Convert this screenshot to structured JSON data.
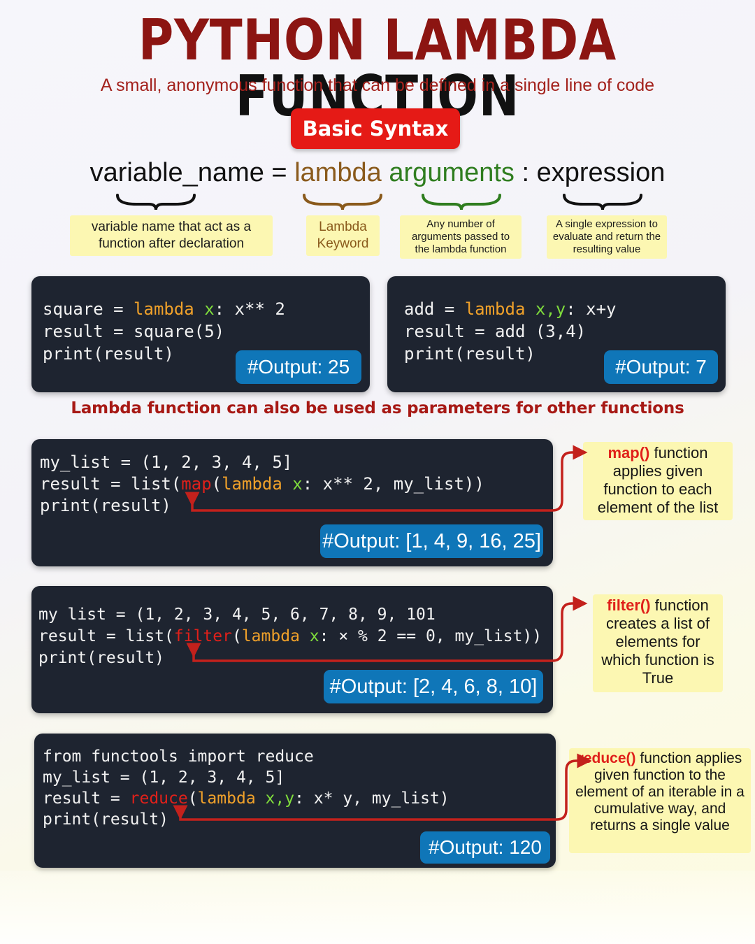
{
  "title": {
    "part1": "PYTHON LAMBDA",
    "part2": "FUNCTION"
  },
  "subtitle": "A small, anonymous function that can be defined in a single line of code",
  "syntax_badge": "Basic Syntax",
  "syntax": {
    "variable": "variable_name",
    "equals": " = ",
    "keyword": "lambda",
    "arguments": "arguments",
    "colon": " : ",
    "expression": "expression"
  },
  "notes": {
    "variable": "variable name that act as a function after declaration",
    "keyword": "Lambda Keyword",
    "arguments": "Any number of arguments passed to the lambda function",
    "expression": "A single expression to evaluate and return the resulting value"
  },
  "example1": {
    "l1a": "square = ",
    "l1kw": "lambda",
    "l1sp": " ",
    "l1arg": "x",
    "l1b": ": x** 2",
    "l2": "result = square(5)",
    "l3": "print(result)",
    "output": "#Output: 25"
  },
  "example2": {
    "l1a": "add = ",
    "l1kw": "lambda",
    "l1sp": " ",
    "l1arg": "x,y",
    "l1b": ": x+y",
    "l2": "result = add (3,4)",
    "l3": "print(result)",
    "output": "#Output: 7"
  },
  "mid_heading": "Lambda function can also be used as parameters for other functions",
  "map_example": {
    "l1": "my_list = (1, 2, 3, 4, 5]",
    "l2a": "result = list(",
    "l2fn": "map",
    "l2b": "(",
    "l2kw": "lambda",
    "l2sp": " ",
    "l2arg": "x",
    "l2c": ": x** 2, my_list))",
    "l3": "print(result)",
    "output": "#Output: [1, 4, 9, 16, 25]",
    "note_fn": "map()",
    "note_rest": " function applies given function to each element of the list"
  },
  "filter_example": {
    "l1": "my list = (1, 2, 3, 4, 5, 6, 7, 8, 9, 101",
    "l2a": "result = list(",
    "l2fn": "filter",
    "l2b": "(",
    "l2kw": "lambda",
    "l2sp": " ",
    "l2arg": "x",
    "l2c": ": × % 2 == 0, my_list))",
    "l3": "print(result)",
    "output": "#Output: [2, 4, 6, 8, 10]",
    "note_fn": "filter()",
    "note_rest": " function creates a list of elements for which function is True"
  },
  "reduce_example": {
    "l1": "from functools import reduce",
    "l2": "my_list = (1, 2, 3, 4, 5]",
    "l3a": "result = ",
    "l3fn": "reduce",
    "l3b": "(",
    "l3kw": "lambda",
    "l3sp": " ",
    "l3arg": "x,y",
    "l3c": ": x* y, my_list)",
    "l4": "print(result)",
    "output": "#Output: 120",
    "note_fn": "reduce()",
    "note_rest": " function applies given function to the element of an iterable in a cumulative way, and returns a single value"
  },
  "colors": {
    "title_red": "#8c1512",
    "badge_red": "#e51a16",
    "card_bg": "#1e2430",
    "output_blue": "#0f76b8",
    "note_yellow": "#fcf7b2",
    "arrow_red": "#c3211c"
  }
}
